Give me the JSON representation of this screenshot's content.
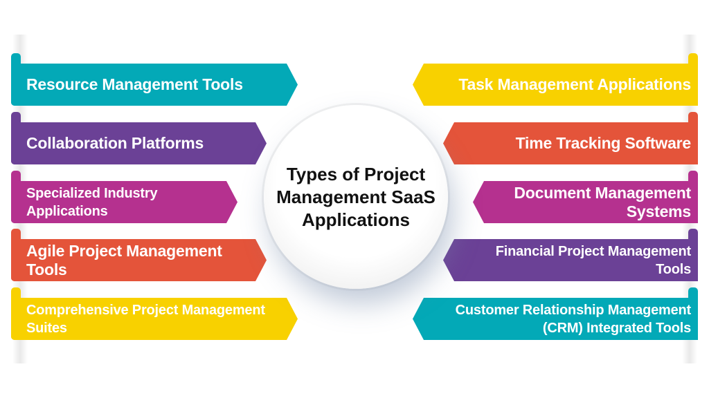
{
  "title": "Types of Project Management SaaS Applications",
  "colors": {
    "teal": "#03A9B7",
    "purple": "#6B4196",
    "magenta": "#B5318F",
    "orange": "#E4543A",
    "yellow": "#F8D100"
  },
  "left_items": [
    {
      "label": "Resource Management Tools",
      "color": "teal"
    },
    {
      "label": "Collaboration Platforms",
      "color": "purple"
    },
    {
      "label": "Specialized Industry Applications",
      "color": "magenta"
    },
    {
      "label": "Agile Project Management Tools",
      "color": "orange"
    },
    {
      "label": "Comprehensive Project Management Suites",
      "color": "yellow"
    }
  ],
  "right_items": [
    {
      "label": "Task Management Applications",
      "color": "yellow"
    },
    {
      "label": "Time Tracking Software",
      "color": "orange"
    },
    {
      "label": "Document Management Systems",
      "color": "magenta"
    },
    {
      "label": "Financial Project Management Tools",
      "color": "purple"
    },
    {
      "label": "Customer Relationship Management (CRM) Integrated Tools",
      "color": "teal"
    }
  ]
}
